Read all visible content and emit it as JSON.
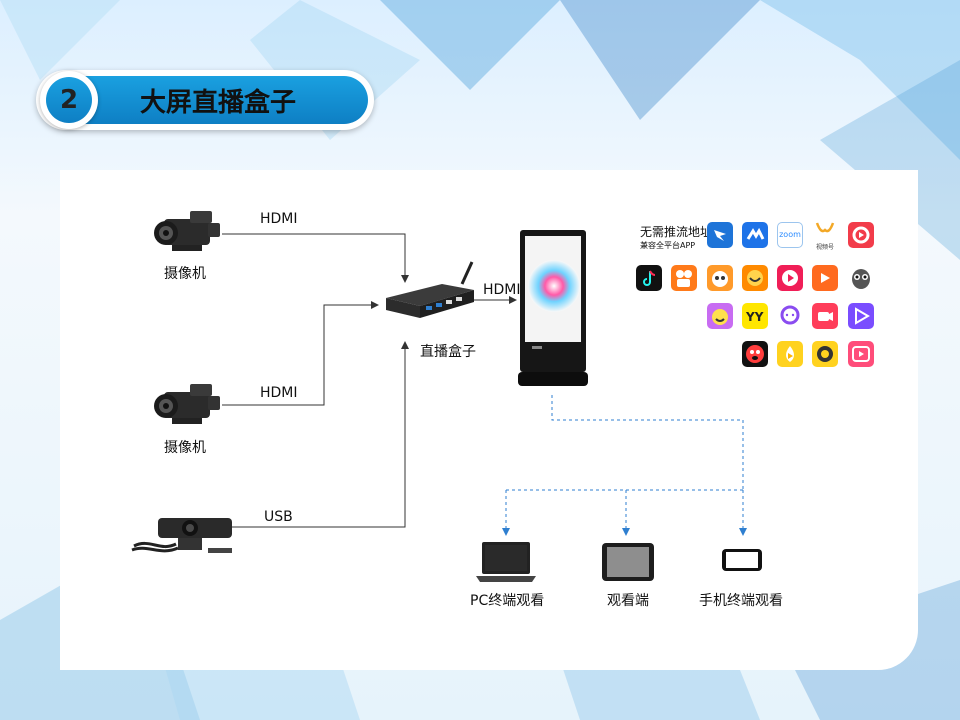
{
  "header": {
    "number": "2",
    "title": "大屏直播盒子"
  },
  "diagram": {
    "links": {
      "hdmi_1": "HDMI",
      "hdmi_2": "HDMI",
      "usb": "USB",
      "hdmi_out": "HDMI"
    },
    "devices": {
      "camera_1": "摄像机",
      "camera_2": "摄像机",
      "box": "直播盒子",
      "pc": "PC终端观看",
      "tablet": "观看端",
      "phone": "手机终端观看"
    },
    "apps": {
      "push_line1": "无需推流地址",
      "push_line2": "兼容全平台APP",
      "zoom": "zoom",
      "video_account": "视频号"
    }
  },
  "colors": {
    "accent": "#0e7fc4",
    "dashed_link": "#2f7fd0",
    "arrow": "#333333"
  }
}
